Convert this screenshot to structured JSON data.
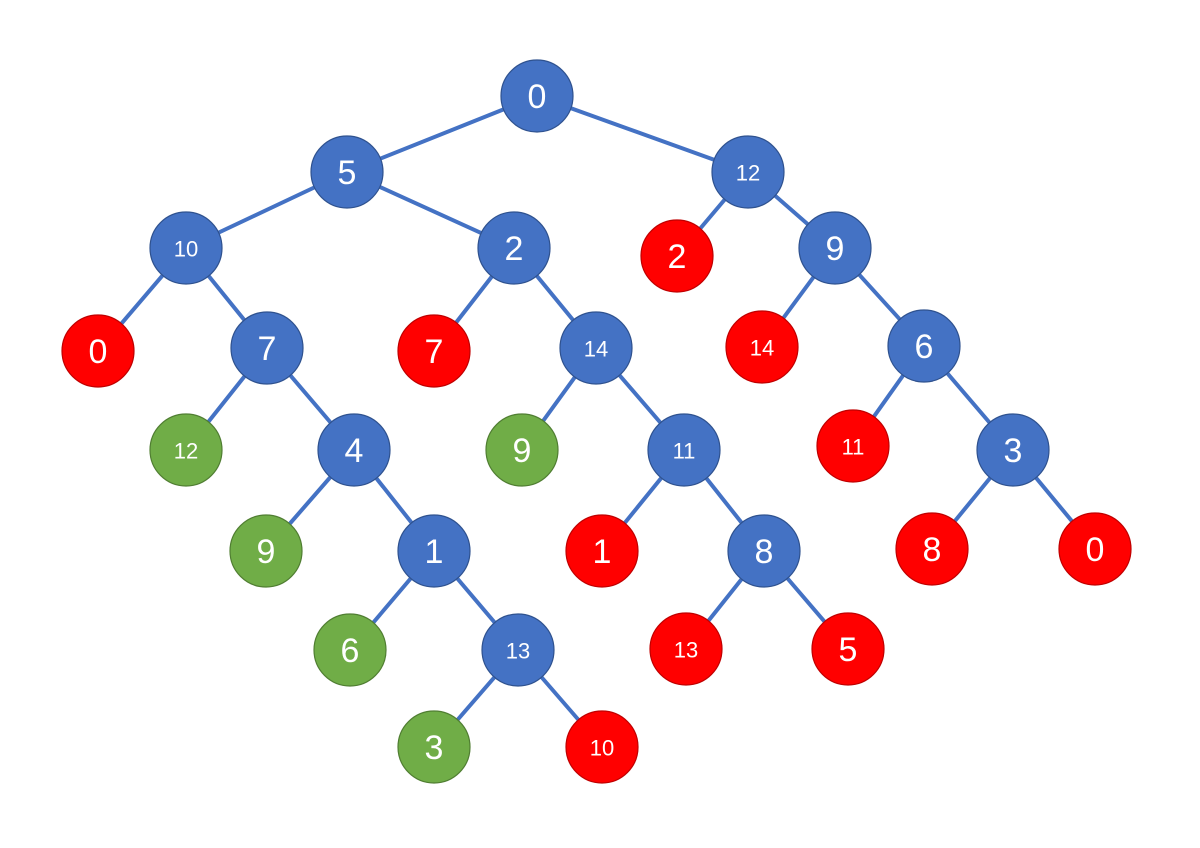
{
  "colors": {
    "internal": "#4472C4",
    "internal_stroke": "#2F528F",
    "excluded": "#FF0000",
    "excluded_stroke": "#C00000",
    "included": "#70AD47",
    "included_stroke": "#507E32",
    "edge": "#4472C4"
  },
  "tree": {
    "nodes": [
      {
        "id": "n0",
        "label": "0",
        "status": "internal",
        "parent": null
      },
      {
        "id": "n1",
        "label": "5",
        "status": "internal",
        "parent": "n0"
      },
      {
        "id": "n2",
        "label": "12",
        "status": "internal",
        "parent": "n0"
      },
      {
        "id": "n3",
        "label": "10",
        "status": "internal",
        "parent": "n1"
      },
      {
        "id": "n4",
        "label": "2",
        "status": "internal",
        "parent": "n1"
      },
      {
        "id": "n5",
        "label": "2",
        "status": "excluded",
        "parent": "n2"
      },
      {
        "id": "n6",
        "label": "9",
        "status": "internal",
        "parent": "n2"
      },
      {
        "id": "n7",
        "label": "0",
        "status": "excluded",
        "parent": "n3"
      },
      {
        "id": "n8",
        "label": "7",
        "status": "internal",
        "parent": "n3"
      },
      {
        "id": "n9",
        "label": "7",
        "status": "excluded",
        "parent": "n4"
      },
      {
        "id": "n10",
        "label": "14",
        "status": "internal",
        "parent": "n4"
      },
      {
        "id": "n11",
        "label": "14",
        "status": "excluded",
        "parent": "n6"
      },
      {
        "id": "n12",
        "label": "6",
        "status": "internal",
        "parent": "n6"
      },
      {
        "id": "n13",
        "label": "12",
        "status": "included",
        "parent": "n8"
      },
      {
        "id": "n14",
        "label": "4",
        "status": "internal",
        "parent": "n8"
      },
      {
        "id": "n15",
        "label": "9",
        "status": "included",
        "parent": "n10"
      },
      {
        "id": "n16",
        "label": "11",
        "status": "internal",
        "parent": "n10"
      },
      {
        "id": "n17",
        "label": "11",
        "status": "excluded",
        "parent": "n12"
      },
      {
        "id": "n18",
        "label": "3",
        "status": "internal",
        "parent": "n12"
      },
      {
        "id": "n19",
        "label": "9",
        "status": "included",
        "parent": "n14"
      },
      {
        "id": "n20",
        "label": "1",
        "status": "internal",
        "parent": "n14"
      },
      {
        "id": "n21",
        "label": "1",
        "status": "excluded",
        "parent": "n16"
      },
      {
        "id": "n22",
        "label": "8",
        "status": "internal",
        "parent": "n16"
      },
      {
        "id": "n23",
        "label": "8",
        "status": "excluded",
        "parent": "n18"
      },
      {
        "id": "n24",
        "label": "0",
        "status": "excluded",
        "parent": "n18"
      },
      {
        "id": "n25",
        "label": "6",
        "status": "included",
        "parent": "n20"
      },
      {
        "id": "n26",
        "label": "13",
        "status": "internal",
        "parent": "n20"
      },
      {
        "id": "n27",
        "label": "13",
        "status": "excluded",
        "parent": "n22"
      },
      {
        "id": "n28",
        "label": "5",
        "status": "excluded",
        "parent": "n22"
      },
      {
        "id": "n29",
        "label": "3",
        "status": "included",
        "parent": "n26"
      },
      {
        "id": "n30",
        "label": "10",
        "status": "excluded",
        "parent": "n26"
      }
    ]
  }
}
